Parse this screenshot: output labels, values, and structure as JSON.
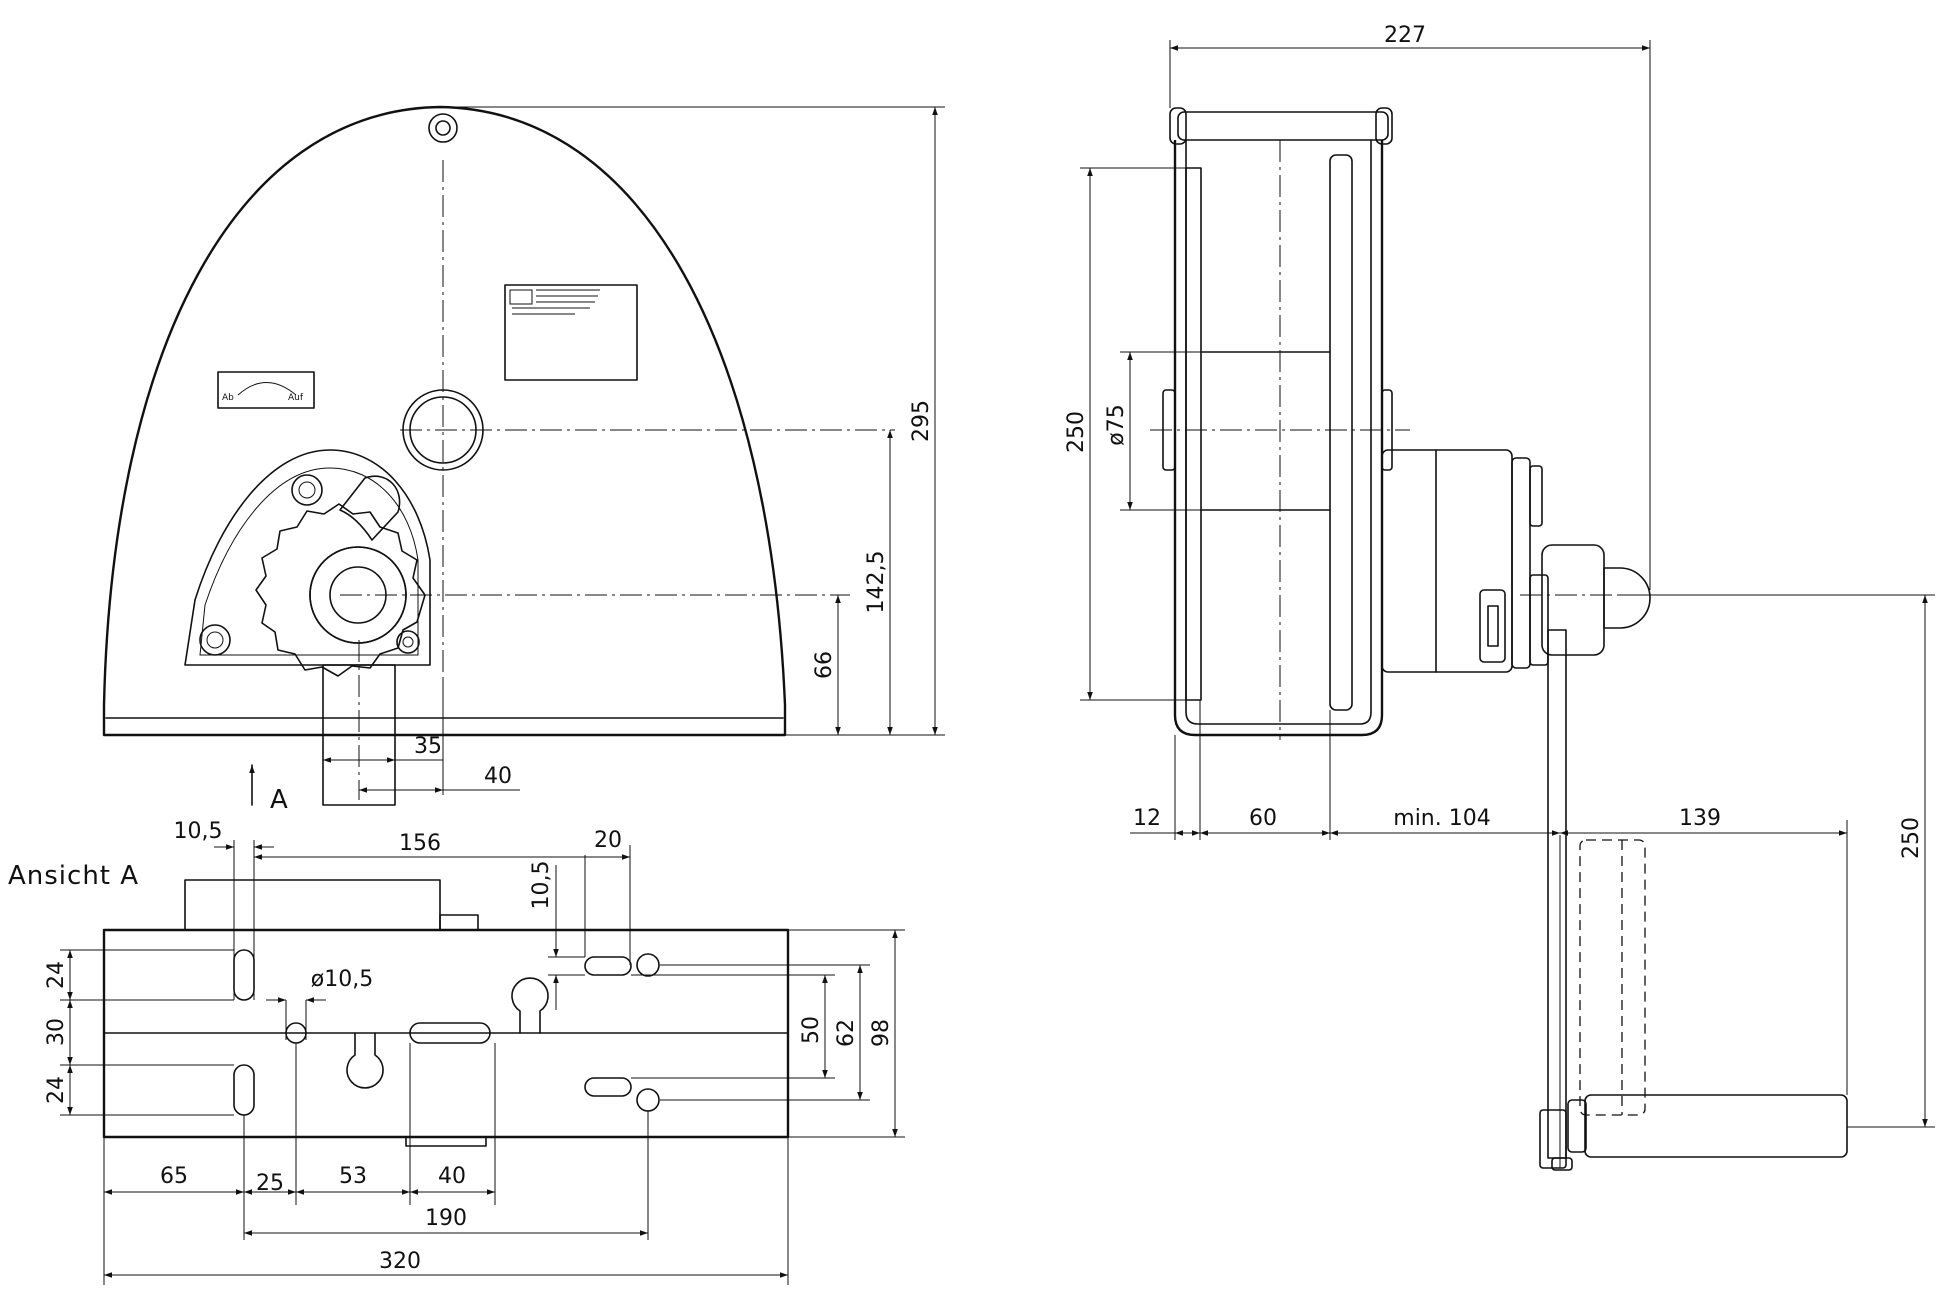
{
  "labels": {
    "view_arrow": "A",
    "view_title": "Ansicht A",
    "plate_small_1": "Ab",
    "plate_small_2": "Auf"
  },
  "front": {
    "d_295": "295",
    "d_142_5": "142,5",
    "d_66": "66",
    "d_35": "35",
    "d_40": "40"
  },
  "view_a": {
    "d_10_5_top": "10,5",
    "d_156": "156",
    "d_20": "20",
    "d_10_5_v": "10,5",
    "d_dia_10_5": "ø10,5",
    "d_24_a": "24",
    "d_30": "30",
    "d_24_b": "24",
    "d_50": "50",
    "d_62": "62",
    "d_98": "98",
    "d_65": "65",
    "d_25": "25",
    "d_53": "53",
    "d_40": "40",
    "d_190": "190",
    "d_320": "320"
  },
  "side": {
    "d_227": "227",
    "d_250_left": "250",
    "d_dia_75": "ø75",
    "d_12": "12",
    "d_60": "60",
    "d_min_104": "min. 104",
    "d_139": "139",
    "d_250_right": "250"
  }
}
